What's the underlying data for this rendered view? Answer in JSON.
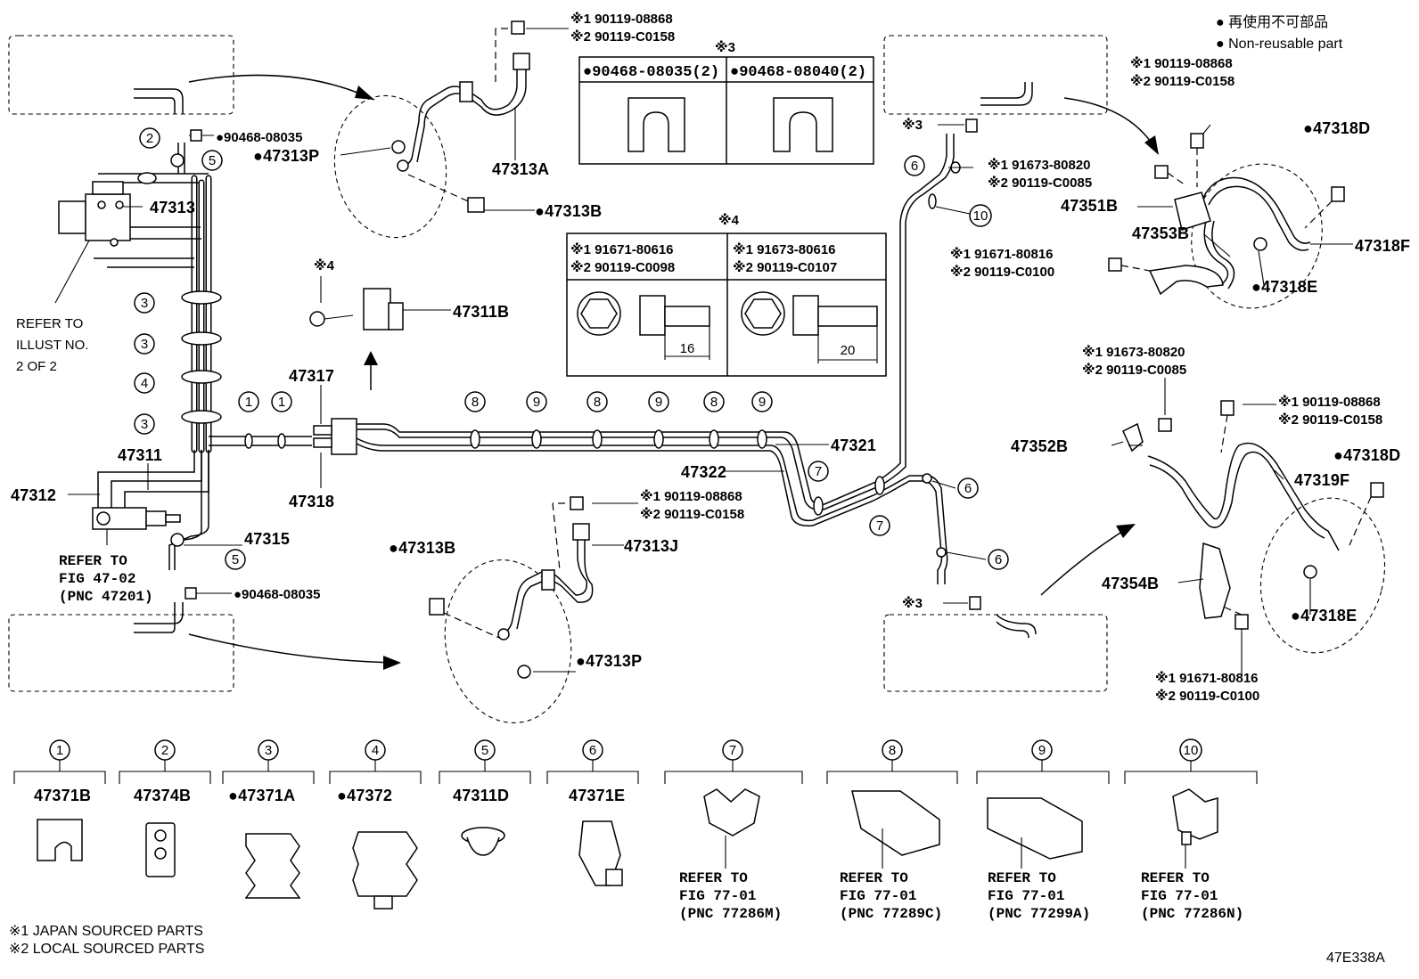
{
  "legend": {
    "line1": "● 再使用不可部品",
    "line2": "● Non-reusable part"
  },
  "footnotes": {
    "note1": "※1 JAPAN SOURCED PARTS",
    "note2": "※2 LOCAL SOURCED PARTS"
  },
  "figure_id": "47E338A",
  "callouts": {
    "c_bolt_top_1": "※1 90119-08868",
    "c_bolt_top_2": "※2 90119-C0158",
    "c_clip_04835_a": "●90468-08035",
    "c_47313P_a": "●47313P",
    "c_47313A": "47313A",
    "c_47313": "47313",
    "c_47313B_a": "●47313B",
    "c_refer_illust_1": "REFER TO",
    "c_refer_illust_2": "ILLUST NO.",
    "c_refer_illust_3": "2 OF 2",
    "c_47311B": "47311B",
    "c_47317": "47317",
    "c_47311": "47311",
    "c_47312": "47312",
    "c_47318": "47318",
    "c_47315": "47315",
    "c_refer_fig_1": "REFER TO",
    "c_refer_fig_2": "FIG 47-02",
    "c_refer_fig_3": "(PNC 47201)",
    "c_clip_04835_b": "●90468-08035",
    "c_47313B_b": "●47313B",
    "c_bolt_mid_1": "※1 90119-08868",
    "c_bolt_mid_2": "※2 90119-C0158",
    "c_47313J": "47313J",
    "c_47313P_b": "●47313P",
    "c_47321": "47321",
    "c_47322": "47322",
    "c_note3_a": "※3",
    "c_note3_b": "※3",
    "c_note3_c": "※3",
    "c_note4_a": "※4",
    "c_r_bolt1_1": "※1 90119-08868",
    "c_r_bolt1_2": "※2 90119-C0158",
    "c_47318D_a": "●47318D",
    "c_r_bolt2_1": "※1 91673-80820",
    "c_r_bolt2_2": "※2 90119-C0085",
    "c_47351B": "47351B",
    "c_47353B": "47353B",
    "c_47318F": "47318F",
    "c_r_bolt3_1": "※1 91671-80816",
    "c_r_bolt3_2": "※2 90119-C0100",
    "c_47318E_a": "●47318E",
    "c_r2_bolt1_1": "※1 91673-80820",
    "c_r2_bolt1_2": "※2 90119-C0085",
    "c_r2_bolt2_1": "※1 90119-08868",
    "c_r2_bolt2_2": "※2 90119-C0158",
    "c_47352B": "47352B",
    "c_47318D_b": "●47318D",
    "c_47319F": "47319F",
    "c_47354B": "47354B",
    "c_47318E_b": "●47318E",
    "c_r2_bolt3_1": "※1 91671-80816",
    "c_r2_bolt3_2": "※2 90119-C0100"
  },
  "table3": {
    "mark": "※3",
    "col1": "●90468-08035(2)",
    "col2": "●90468-08040(2)"
  },
  "table4": {
    "mark": "※4",
    "col1_line1": "※1 91671-80616",
    "col1_line2": "※2 90119-C0098",
    "col2_line1": "※1 91673-80616",
    "col2_line2": "※2 90119-C0107",
    "dim1": "16",
    "dim2": "20"
  },
  "numbers": {
    "n1": "1",
    "n2": "2",
    "n3": "3",
    "n4": "4",
    "n5": "5",
    "n6": "6",
    "n7": "7",
    "n8": "8",
    "n9": "9",
    "n10": "10"
  },
  "bottom_parts": [
    {
      "num": "1",
      "pn": "47371B"
    },
    {
      "num": "2",
      "pn": "47374B"
    },
    {
      "num": "3",
      "pn": "●47371A"
    },
    {
      "num": "4",
      "pn": "●47372"
    },
    {
      "num": "5",
      "pn": "47311D"
    },
    {
      "num": "6",
      "pn": "47371E"
    },
    {
      "num": "7",
      "ref1": "REFER TO",
      "ref2": "FIG 77-01",
      "ref3": "(PNC 77286M)"
    },
    {
      "num": "8",
      "ref1": "REFER TO",
      "ref2": "FIG 77-01",
      "ref3": "(PNC 77289C)"
    },
    {
      "num": "9",
      "ref1": "REFER TO",
      "ref2": "FIG 77-01",
      "ref3": "(PNC 77299A)"
    },
    {
      "num": "10",
      "ref1": "REFER TO",
      "ref2": "FIG 77-01",
      "ref3": "(PNC 77286N)"
    }
  ]
}
